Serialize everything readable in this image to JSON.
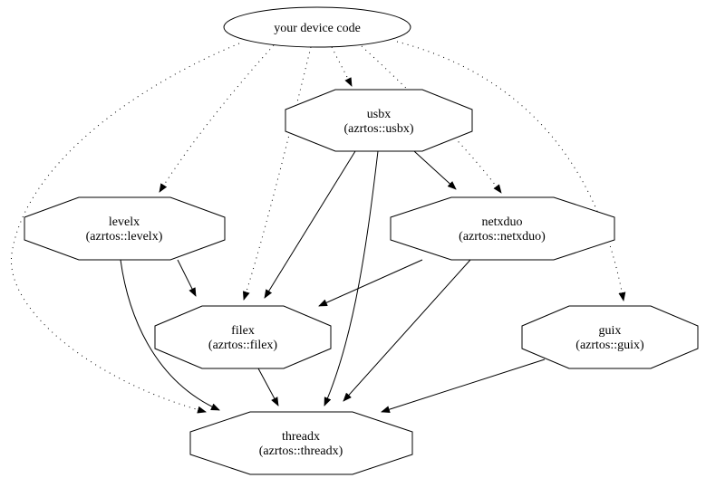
{
  "diagram": {
    "background_color": "#ffffff",
    "stroke_color": "#000000",
    "text_color": "#000000",
    "graph": {
      "nodes": [
        {
          "id": "device",
          "label": "your device code",
          "sublabel": "",
          "shape": "ellipse"
        },
        {
          "id": "usbx",
          "label": "usbx",
          "sublabel": "(azrtos::usbx)",
          "shape": "octagon"
        },
        {
          "id": "levelx",
          "label": "levelx",
          "sublabel": "(azrtos::levelx)",
          "shape": "octagon"
        },
        {
          "id": "netxduo",
          "label": "netxduo",
          "sublabel": "(azrtos::netxduo)",
          "shape": "octagon"
        },
        {
          "id": "filex",
          "label": "filex",
          "sublabel": "(azrtos::filex)",
          "shape": "octagon"
        },
        {
          "id": "guix",
          "label": "guix",
          "sublabel": "(azrtos::guix)",
          "shape": "octagon"
        },
        {
          "id": "threadx",
          "label": "threadx",
          "sublabel": "(azrtos::threadx)",
          "shape": "octagon"
        }
      ],
      "edges": [
        {
          "from": "your device code",
          "to": "usbx",
          "style": "dotted"
        },
        {
          "from": "your device code",
          "to": "levelx",
          "style": "dotted"
        },
        {
          "from": "your device code",
          "to": "netxduo",
          "style": "dotted"
        },
        {
          "from": "your device code",
          "to": "filex",
          "style": "dotted"
        },
        {
          "from": "your device code",
          "to": "guix",
          "style": "dotted"
        },
        {
          "from": "your device code",
          "to": "threadx",
          "style": "dotted"
        },
        {
          "from": "usbx",
          "to": "netxduo",
          "style": "solid"
        },
        {
          "from": "usbx",
          "to": "filex",
          "style": "solid"
        },
        {
          "from": "usbx",
          "to": "threadx",
          "style": "solid"
        },
        {
          "from": "levelx",
          "to": "filex",
          "style": "solid"
        },
        {
          "from": "levelx",
          "to": "threadx",
          "style": "solid"
        },
        {
          "from": "netxduo",
          "to": "filex",
          "style": "solid"
        },
        {
          "from": "netxduo",
          "to": "threadx",
          "style": "solid"
        },
        {
          "from": "filex",
          "to": "threadx",
          "style": "solid"
        },
        {
          "from": "guix",
          "to": "threadx",
          "style": "solid"
        }
      ]
    }
  }
}
